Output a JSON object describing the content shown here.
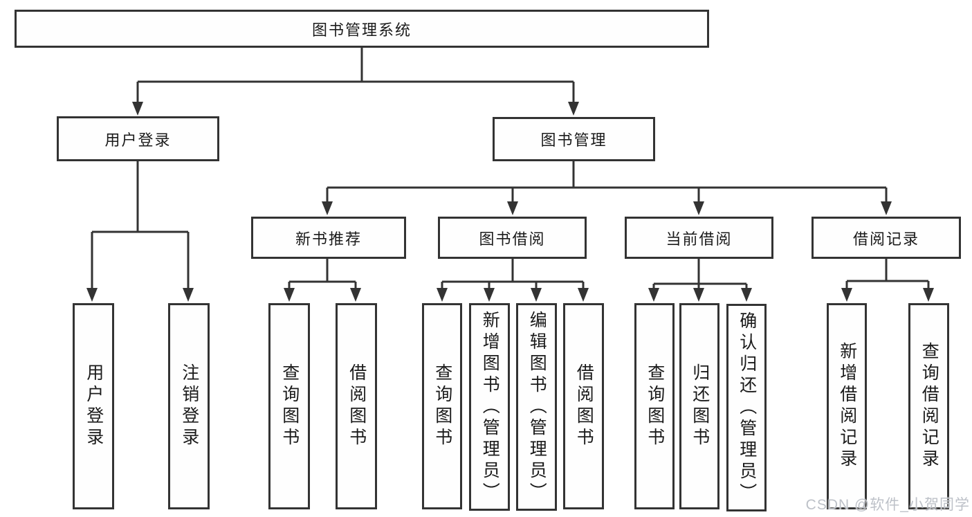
{
  "title": "图书管理系统",
  "watermark": "CSDN @软件_小贺同学",
  "colors": {
    "line": "#333333",
    "box_border": "#333333",
    "background": "#ffffff",
    "text": "#1a1a1a",
    "watermark": "#bdc1c8"
  },
  "tree": {
    "label": "图书管理系统",
    "children": [
      {
        "label": "用户登录",
        "children": [
          {
            "label": "用户登录"
          },
          {
            "label": "注销登录"
          }
        ]
      },
      {
        "label": "图书管理",
        "children": [
          {
            "label": "新书推荐",
            "children": [
              {
                "label": "查询图书"
              },
              {
                "label": "借阅图书"
              }
            ]
          },
          {
            "label": "图书借阅",
            "children": [
              {
                "label": "查询图书"
              },
              {
                "label": "新增图书（管理员）"
              },
              {
                "label": "编辑图书（管理员）"
              },
              {
                "label": "借阅图书"
              }
            ]
          },
          {
            "label": "当前借阅",
            "children": [
              {
                "label": "查询图书"
              },
              {
                "label": "归还图书"
              },
              {
                "label": "确认归还（管理员）"
              }
            ]
          },
          {
            "label": "借阅记录",
            "children": [
              {
                "label": "新增借阅记录"
              },
              {
                "label": "查询借阅记录"
              }
            ]
          }
        ]
      }
    ]
  }
}
